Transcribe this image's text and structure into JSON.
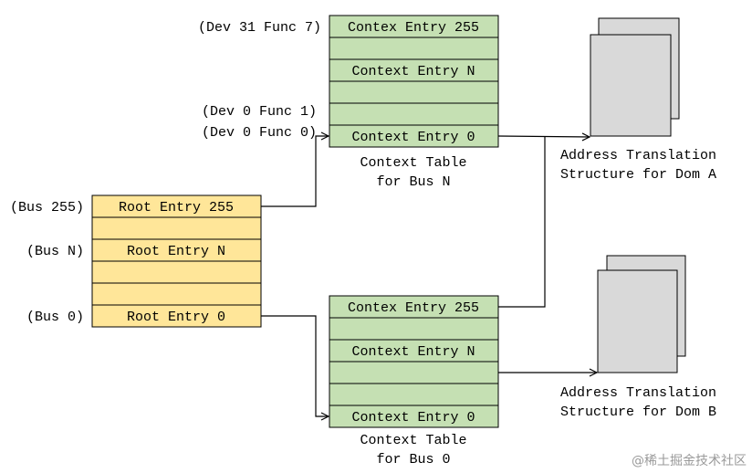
{
  "root_table": {
    "rows": [
      {
        "entry": "Root Entry 255",
        "bus_label": "(Bus 255)"
      },
      {
        "entry": "Root Entry N",
        "bus_label": "(Bus N)"
      },
      {
        "entry": "",
        "bus_label": ""
      },
      {
        "entry": "",
        "bus_label": ""
      },
      {
        "entry": "Root Entry 0",
        "bus_label": "(Bus 0)"
      }
    ]
  },
  "context_table_n": {
    "rows": [
      {
        "entry": "Contex Entry 255",
        "label": "(Dev 31 Func 7)"
      },
      {
        "entry": "",
        "label": ""
      },
      {
        "entry": "Context Entry N",
        "label": ""
      },
      {
        "entry": "",
        "label": ""
      },
      {
        "entry": "",
        "label": "(Dev 0 Func 1)"
      },
      {
        "entry": "Context Entry 0",
        "label": "(Dev 0 Func 0)"
      }
    ],
    "caption_line1": "Context Table",
    "caption_line2": "for Bus N"
  },
  "context_table_0": {
    "rows": [
      {
        "entry": "Contex Entry 255"
      },
      {
        "entry": ""
      },
      {
        "entry": "Context Entry N"
      },
      {
        "entry": ""
      },
      {
        "entry": ""
      },
      {
        "entry": "Context Entry 0"
      }
    ],
    "caption_line1": "Context Table",
    "caption_line2": "for Bus 0"
  },
  "translation_a": {
    "line1": "Address Translation",
    "line2": "Structure for Dom A"
  },
  "translation_b": {
    "line1": "Address Translation",
    "line2": "Structure for Dom B"
  },
  "watermark": "@稀土掘金技术社区",
  "colors": {
    "root_fill": "#ffe699",
    "context_fill": "#c5e0b3",
    "page_fill": "#d9d9d9"
  }
}
